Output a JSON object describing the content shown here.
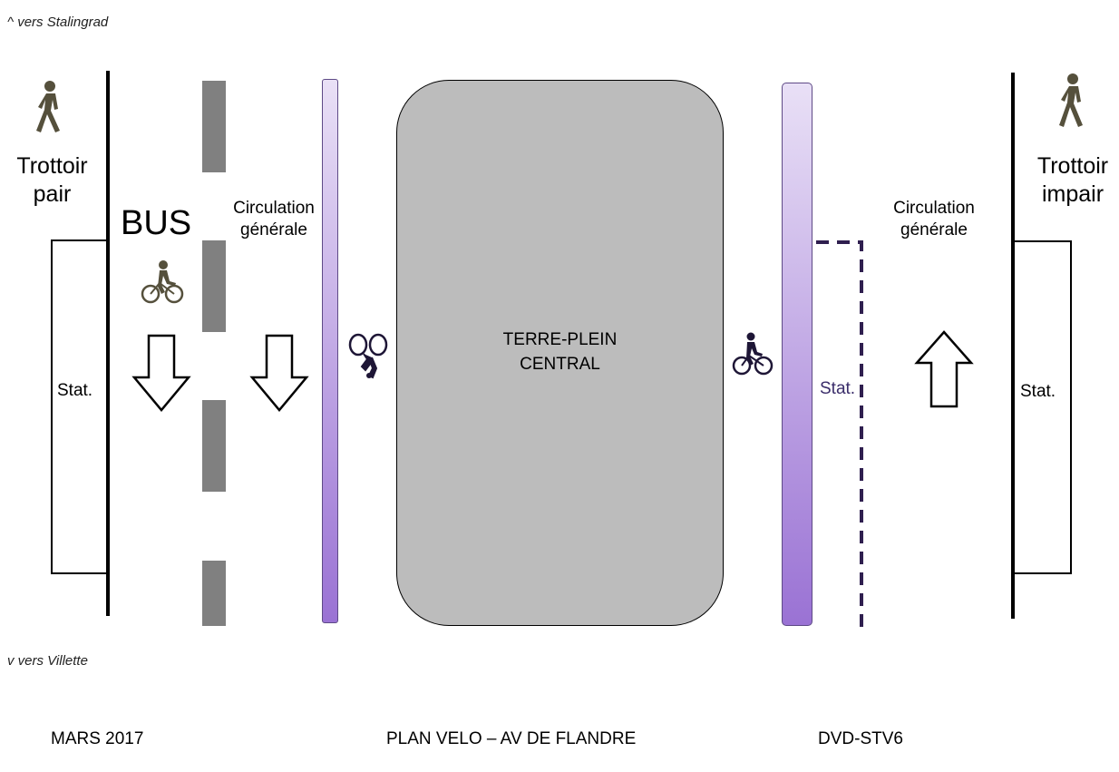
{
  "directions": {
    "north": "^ vers Stalingrad",
    "south": "v vers Villette"
  },
  "sidewalks": {
    "left": "Trottoir\npair",
    "right": "Trottoir\nimpair"
  },
  "lanes": {
    "bus": "BUS",
    "traffic_left": "Circulation\ngénérale",
    "traffic_right": "Circulation\ngénérale"
  },
  "median": "TERRE-PLEIN\nCENTRAL",
  "parking": {
    "left": "Stat.",
    "right": "Stat.",
    "bike_side": "Stat."
  },
  "footer": {
    "date": "MARS 2017",
    "title": "PLAN VELO – AV DE FLANDRE",
    "reference": "DVD-STV6"
  },
  "icons": {
    "pedestrian": "pedestrian-icon",
    "bicycle": "bicycle-icon",
    "arrow_down": "arrow-down-icon",
    "arrow_up": "arrow-up-icon"
  },
  "colors": {
    "sidewalk_line": "#000000",
    "lane_dashes": "#808080",
    "median_fill": "#bcbcbc",
    "cycle_lane_top": "#e9e0f6",
    "cycle_lane_bottom": "#9a72d4",
    "cycle_lane_border": "#5e4a86",
    "parking_dashed": "#2f1f4f",
    "pedestrian_icon": "#55503c"
  }
}
